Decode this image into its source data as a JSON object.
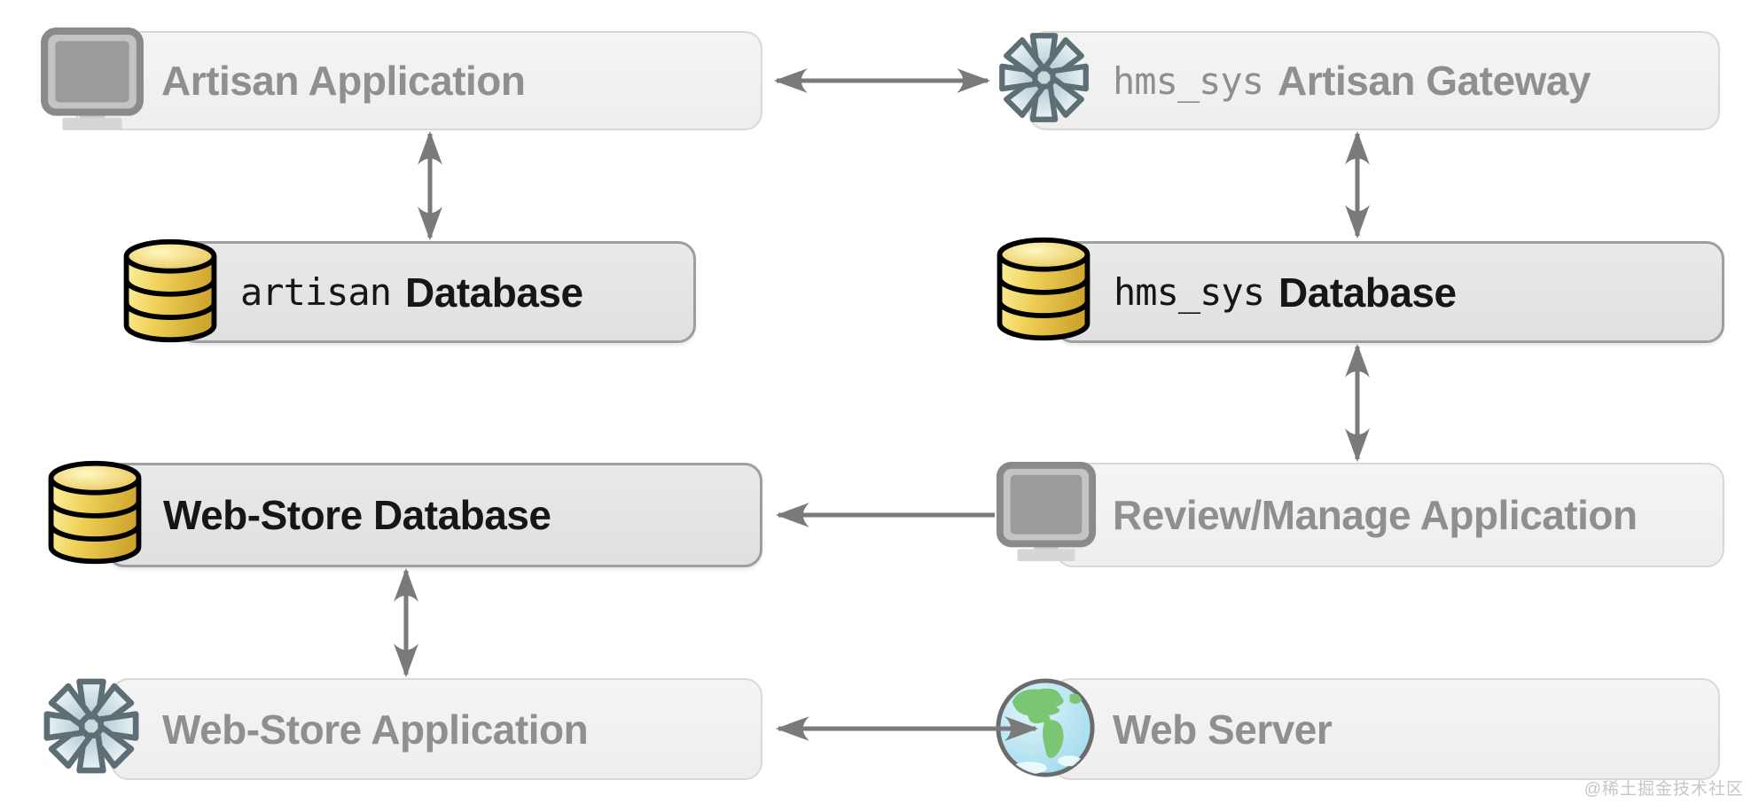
{
  "watermark": "@稀土掘金技术社区",
  "colors": {
    "background": "#ffffff",
    "light_box_bg": "#f1f1f1",
    "light_box_border": "#d8d8d8",
    "light_box_text": "#8f8f8f",
    "db_box_bg": "#e4e4e4",
    "db_box_border": "#9e9e9e",
    "db_box_text": "#161616",
    "arrow": "#7a7a7a",
    "database_icon_gold": "#eecf55",
    "asterisk_icon_blue": "#ccdde2",
    "globe_icon_blue": "#9fd8ea",
    "globe_icon_green": "#7ac673",
    "monitor_icon_gray": "#c4c4c4"
  },
  "nodes": {
    "artisan_application": {
      "prefix": "",
      "label": "Artisan Application",
      "icon": "monitor-icon"
    },
    "hms_sys_artisan_gateway": {
      "prefix": "hms_sys",
      "label": "Artisan Gateway",
      "icon": "asterisk-icon"
    },
    "artisan_database": {
      "prefix": "artisan",
      "label": "Database",
      "icon": "database-icon"
    },
    "hms_sys_database": {
      "prefix": "hms_sys",
      "label": "Database",
      "icon": "database-icon"
    },
    "web_store_database": {
      "prefix": "",
      "label": "Web-Store Database",
      "icon": "database-icon"
    },
    "review_manage_application": {
      "prefix": "",
      "label": "Review/Manage Application",
      "icon": "monitor-icon"
    },
    "web_store_application": {
      "prefix": "",
      "label": "Web-Store Application",
      "icon": "asterisk-icon"
    },
    "web_server": {
      "prefix": "",
      "label": "Web Server",
      "icon": "globe-icon"
    }
  },
  "connections": [
    {
      "from": "artisan_application",
      "to": "hms_sys_artisan_gateway",
      "direction": "bidirectional"
    },
    {
      "from": "artisan_application",
      "to": "artisan_database",
      "direction": "bidirectional"
    },
    {
      "from": "hms_sys_artisan_gateway",
      "to": "hms_sys_database",
      "direction": "bidirectional"
    },
    {
      "from": "hms_sys_database",
      "to": "review_manage_application",
      "direction": "bidirectional"
    },
    {
      "from": "review_manage_application",
      "to": "web_store_database",
      "direction": "unidirectional"
    },
    {
      "from": "web_store_database",
      "to": "web_store_application",
      "direction": "bidirectional"
    },
    {
      "from": "web_store_application",
      "to": "web_server",
      "direction": "bidirectional"
    }
  ]
}
